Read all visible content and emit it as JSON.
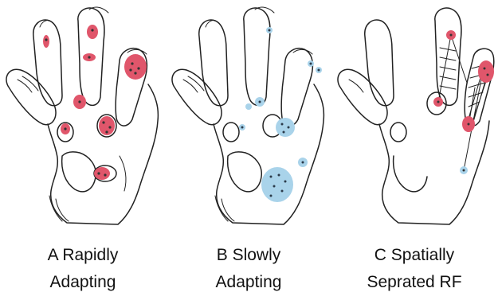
{
  "panels": [
    {
      "caption_line1": "A Rapidly",
      "caption_line2": "Adapting",
      "marker_color": "#e0566b",
      "dot_color": "#333333",
      "marker_style": "red-patches"
    },
    {
      "caption_line1": "B Slowly",
      "caption_line2": "Adapting",
      "marker_color": "#a9d3ea",
      "dot_color": "#2b3a4a",
      "marker_style": "blue-spots"
    },
    {
      "caption_line1": "C Spatially",
      "caption_line2": "Seprated RF",
      "marker_color": "#e0566b",
      "secondary_color": "#a9d3ea",
      "marker_style": "connected-fields"
    }
  ]
}
